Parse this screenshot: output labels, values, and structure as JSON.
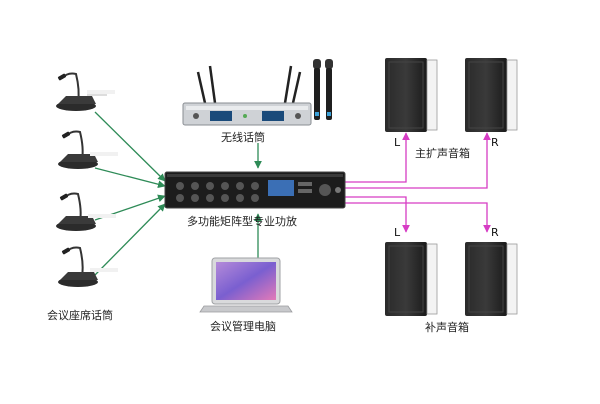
{
  "labels": {
    "wireless_mic": "无线话筒",
    "main_speakers": "主扩声音箱",
    "amplifier": "多功能矩阵型专业功放",
    "chair_mics": "会议座席话筒",
    "computer": "会议管理电脑",
    "fill_speakers": "补声音箱",
    "main_left": "L",
    "main_right": "R",
    "fill_left": "L",
    "fill_right": "R"
  },
  "colors": {
    "input_arrow": "#2e8b57",
    "output_arrow": "#d63cc4",
    "device_dark": "#1c1c1c",
    "speaker_body": "#222222"
  },
  "icons": {
    "gooseneck_mic": "gooseneck-mic-icon",
    "wireless_receiver": "wireless-receiver-icon",
    "handheld_mic": "handheld-mic-icon",
    "amplifier": "matrix-amplifier-icon",
    "laptop": "laptop-icon",
    "speaker": "speaker-cabinet-icon"
  }
}
